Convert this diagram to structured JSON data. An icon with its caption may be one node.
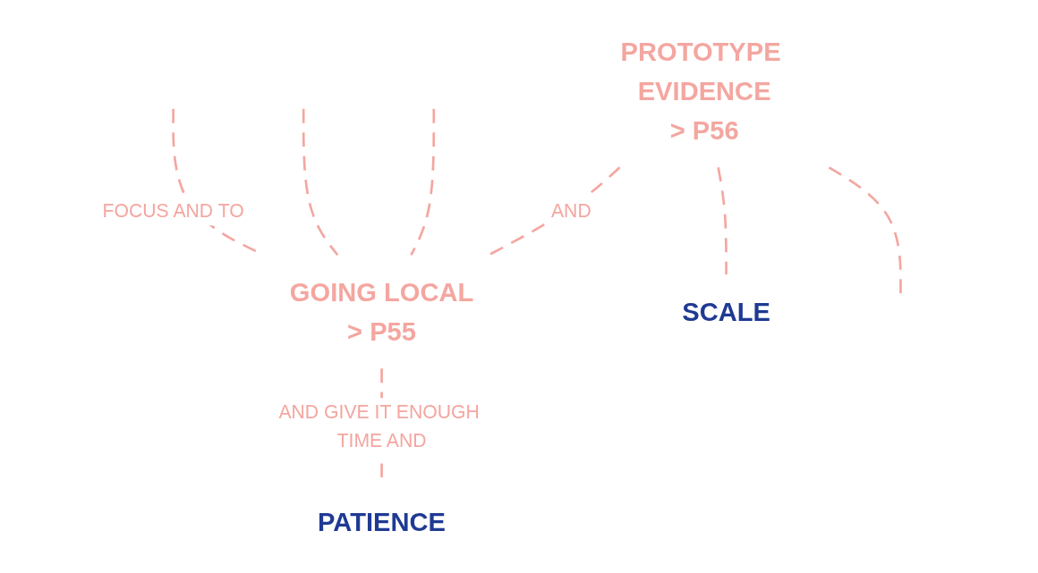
{
  "diagram": {
    "nodes": [
      {
        "text": [
          "GOING LOCAL"
        ],
        "beside": [
          "> P55"
        ]
      },
      {
        "text": [
          "PROTOTYPE EVIDENCE"
        ],
        "beside": [
          "> P56"
        ]
      },
      {
        "text": [
          "PATIENCE"
        ]
      },
      {
        "text": [
          "SCALE"
        ]
      }
    ],
    "edges": [
      {
        "from": null,
        "to": 0,
        "arrow": "none",
        "style": "dashed",
        "label": "FOCUS AND TO"
      },
      {
        "from": null,
        "to": 0,
        "arrow": "none",
        "style": "dashed"
      },
      {
        "from": null,
        "to": 0,
        "arrow": "none",
        "style": "dashed"
      },
      {
        "from": 1,
        "to": 0,
        "arrow": "none",
        "style": "dashed",
        "label": "AND"
      },
      {
        "from": 0,
        "to": 2,
        "arrow": "none",
        "style": "dashed",
        "label": "AND GIVE IT ENOUGH TIME AND"
      },
      {
        "from": 1,
        "to": null,
        "arrow": "none",
        "style": "dashed"
      },
      {
        "from": 1,
        "to": 3,
        "arrow": "none",
        "style": "dashed"
      }
    ]
  }
}
